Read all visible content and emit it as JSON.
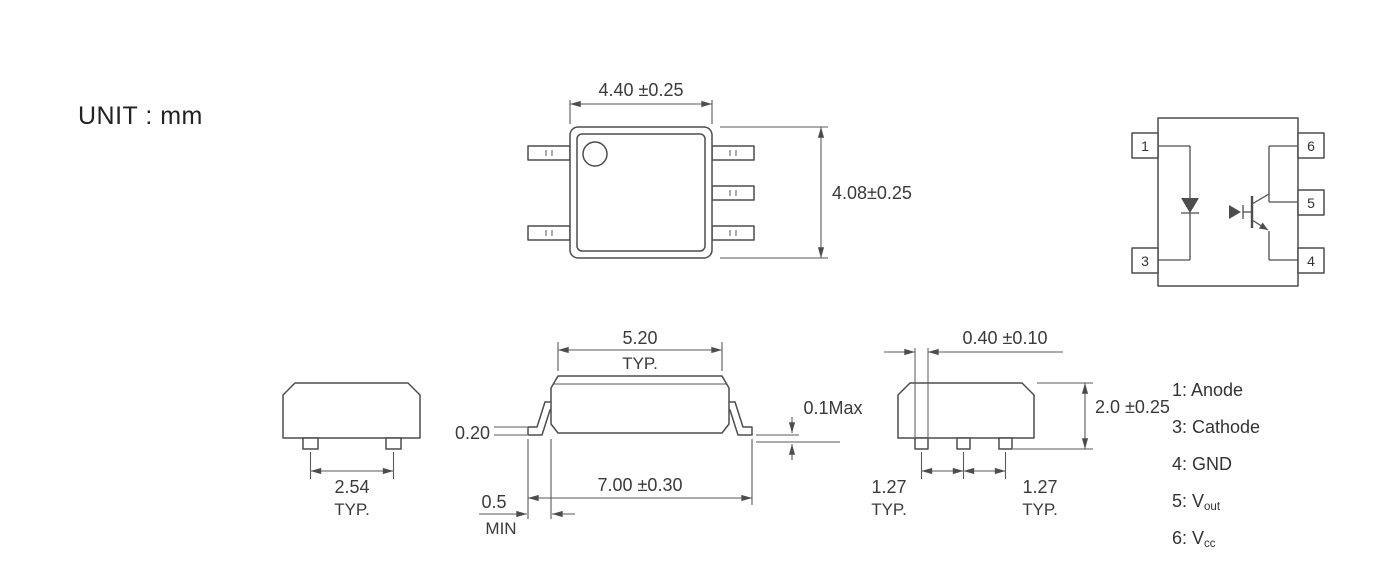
{
  "unit_label": "UNIT : mm",
  "colors": {
    "line": "#4d4d4d",
    "text": "#3a3a3a",
    "background": "#ffffff"
  },
  "top_view": {
    "width_dim": "4.40 ±0.25",
    "height_dim": "4.08±0.25"
  },
  "schematic": {
    "pins": {
      "p1": "1",
      "p3": "3",
      "p4": "4",
      "p5": "5",
      "p6": "6"
    }
  },
  "side_view_left": {
    "pitch": "2.54",
    "pitch_qual": "TYP."
  },
  "front_view": {
    "body_width": "5.20",
    "body_width_qual": "TYP.",
    "lead_thickness": "0.20",
    "foot_length": "0.5",
    "foot_length_qual": "MIN",
    "lead_span": "7.00 ±0.30",
    "standoff": "0.1Max"
  },
  "side_view_right": {
    "lead_width": "0.40 ±0.10",
    "height": "2.0 ±0.25",
    "pitch_a": "1.27",
    "pitch_a_qual": "TYP.",
    "pitch_b": "1.27",
    "pitch_b_qual": "TYP."
  },
  "pin_list": [
    {
      "base": "1: Anode",
      "sub": ""
    },
    {
      "base": "3: Cathode",
      "sub": ""
    },
    {
      "base": "4: GND",
      "sub": ""
    },
    {
      "base": "5: V",
      "sub": "out"
    },
    {
      "base": "6: V",
      "sub": "cc"
    }
  ]
}
